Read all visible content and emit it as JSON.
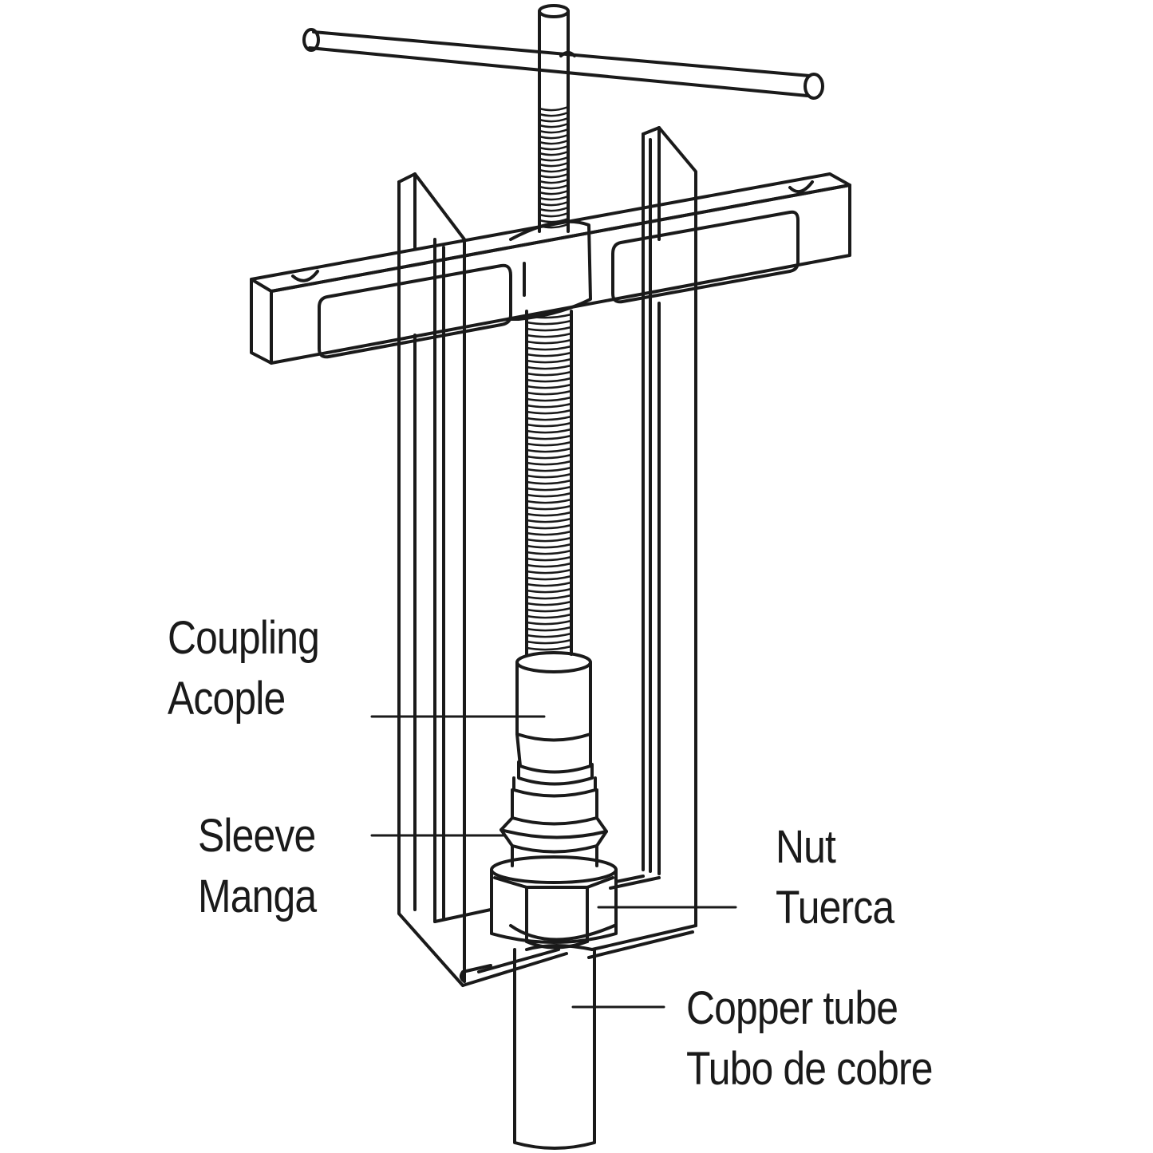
{
  "labels": {
    "coupling": {
      "en": "Coupling",
      "es": "Acople"
    },
    "sleeve": {
      "en": "Sleeve",
      "es": "Manga"
    },
    "nut": {
      "en": "Nut",
      "es": "Tuerca"
    },
    "copper_tube": {
      "en": "Copper tube",
      "es": "Tubo de cobre"
    }
  },
  "colors": {
    "line": "#1a1a1a",
    "background": "#ffffff"
  }
}
